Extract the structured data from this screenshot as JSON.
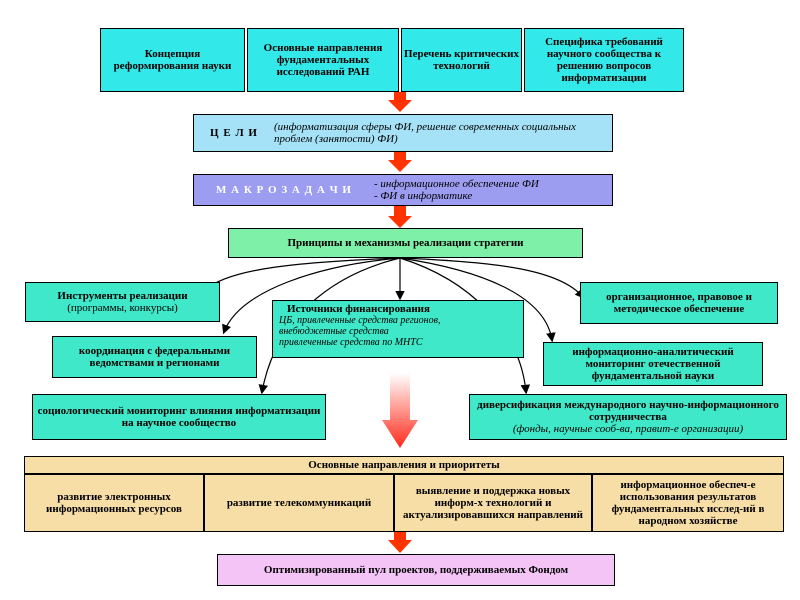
{
  "top_boxes": [
    "Концепция реформирования науки",
    "Основные направления фундаментальных исследований РАН",
    "Перечень критических технологий",
    "Специфика требований научного сообщества к решению вопросов информатизации"
  ],
  "goals": {
    "label": "Ц Е Л И",
    "text": "(информатизация сферы ФИ, решение современных социальных проблем (занятости) ФИ)"
  },
  "macro": {
    "label": "М А К Р О З А Д А Ч И",
    "items": [
      "- информационное обеспечение ФИ",
      "- ФИ в  информатике"
    ]
  },
  "principles": "Принципы и механизмы реализации стратегии",
  "instruments": {
    "title": "Инструменты реализации",
    "subtitle": "(программы, конкурсы)"
  },
  "funding": {
    "title": "Источники финансирования",
    "lines": [
      "ЦБ, привлеченные средства регионов,",
      "внебюджетные средства",
      "привлеченные средства по МНТС"
    ]
  },
  "org_support": "организационное, правовое и методическое обеспечение",
  "coordination": "координация с федеральными ведомствами и регионами",
  "analytics": "информационно-аналитический мониторинг отечественной фундаментальной науки",
  "socio": "социологический мониторинг влияния информатизации на научное сообщество",
  "diversification": {
    "title": "диверсификация международного научно-информационного сотрудничества",
    "subtitle": "(фонды, научные сооб-ва, правит-е организации)"
  },
  "directions": {
    "title": "Основные направления и приоритеты",
    "items": [
      "развитие электронных информационных ресурсов",
      "развитие телекоммуникаций",
      "выявление и поддержка новых информ-х технологий и актуализировавшихся направлений",
      "информационное обеспеч-е использования результатов фундаментальных исслед-ий в народном хозяйстве"
    ]
  },
  "result": "Оптимизированный пул проектов, поддерживаемых Фондом",
  "colors": {
    "arrow_red": "#ff3300",
    "cyan": "#33e8e8",
    "teal": "#3fe8c8",
    "light_blue": "#a6e2f7",
    "lavender": "#9c9cf0",
    "green": "#7ef0a8",
    "beige": "#f7dea6",
    "pink": "#f4c4f7"
  }
}
